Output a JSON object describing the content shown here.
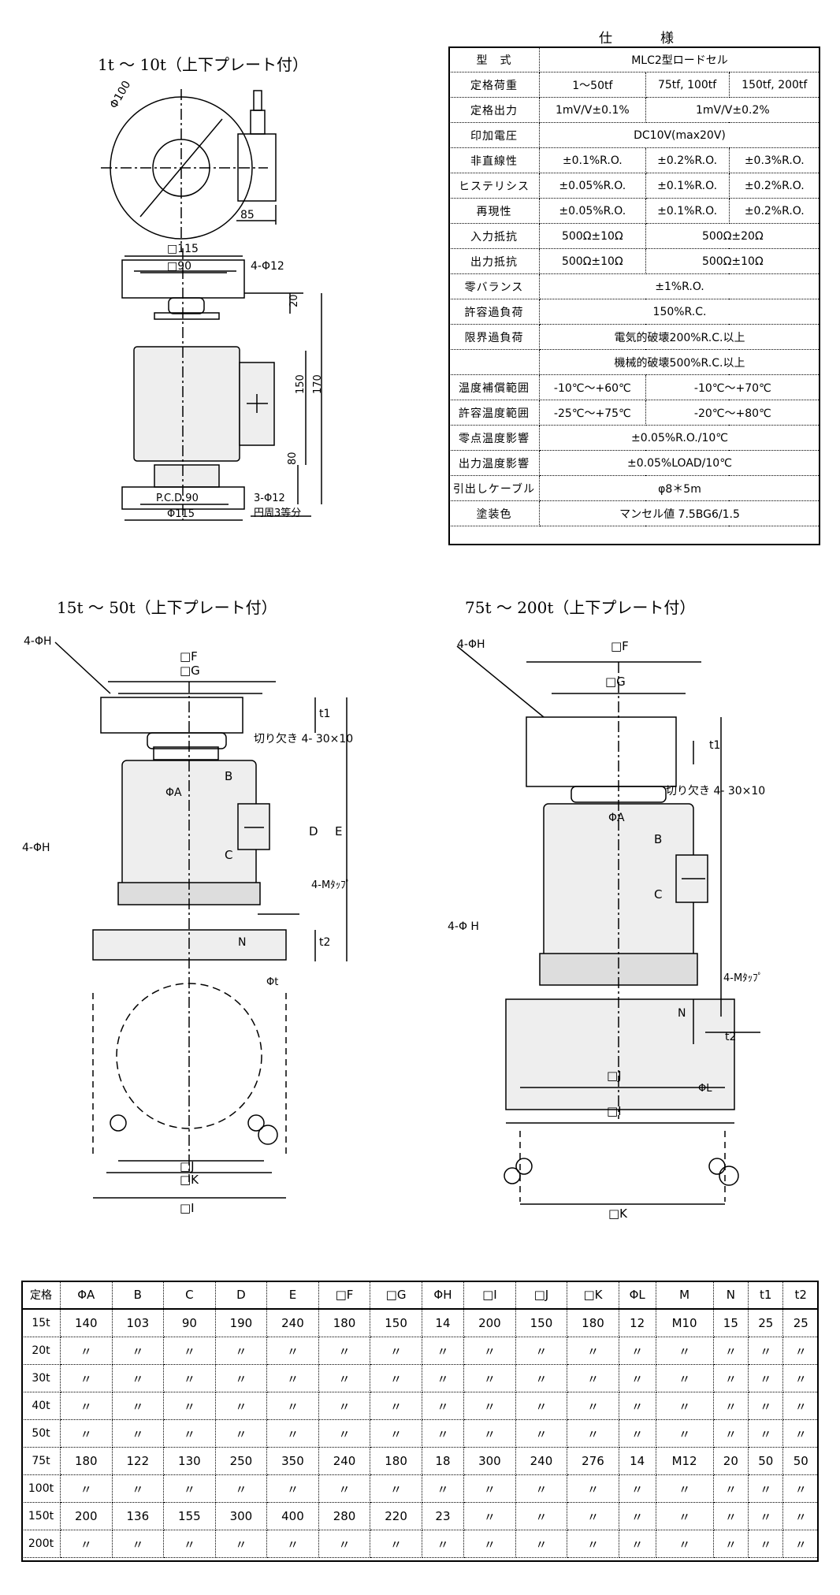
{
  "drawing1": {
    "title": "1t ～ 10t（上下プレート付）",
    "labels": [
      "Φ100",
      "85",
      "□115",
      "□90",
      "4-Φ12",
      "20",
      "150",
      "170",
      "80",
      "P.C.D.90",
      "Φ115",
      "3-Φ12",
      "円周3等分"
    ]
  },
  "drawing2": {
    "title": "15t ～ 50t（上下プレート付）",
    "labels": [
      "4-ΦH",
      "□F",
      "□G",
      "t1",
      "切り欠き 4- 30×10",
      "B",
      "ΦA",
      "D",
      "E",
      "C",
      "4-Mﾀｯﾌﾟ",
      "4-ΦH",
      "N",
      "t2",
      "Φt",
      "□J",
      "□K",
      "□I"
    ]
  },
  "drawing3": {
    "title": "75t ～ 200t（上下プレート付）",
    "labels": [
      "4-ΦH",
      "□F",
      "□G",
      "t1",
      "切り欠き 4- 30×10",
      "ΦA",
      "B",
      "C",
      "4-Φ H",
      "4-Mﾀｯﾌﾟ",
      "N",
      "t2",
      "□J",
      "ΦL",
      "□I",
      "□K"
    ]
  },
  "spec": {
    "title": "仕　様",
    "rows": [
      [
        "型　式",
        "MLC2型ロードセル"
      ],
      [
        "定格荷重",
        "1～50tf",
        "75tf, 100tf",
        "150tf, 200tf"
      ],
      [
        "定格出力",
        "1mV/V±0.1%",
        "1mV/V±0.2%"
      ],
      [
        "印加電圧",
        "DC10V(max20V)"
      ],
      [
        "非直線性",
        "±0.1%R.O.",
        "±0.2%R.O.",
        "±0.3%R.O."
      ],
      [
        "ヒステリシス",
        "±0.05%R.O.",
        "±0.1%R.O.",
        "±0.2%R.O."
      ],
      [
        "再現性",
        "±0.05%R.O.",
        "±0.1%R.O.",
        "±0.2%R.O."
      ],
      [
        "入力抵抗",
        "500Ω±10Ω",
        "500Ω±20Ω"
      ],
      [
        "出力抵抗",
        "500Ω±10Ω",
        "500Ω±10Ω"
      ],
      [
        "零バランス",
        "±1%R.O."
      ],
      [
        "許容過負荷",
        "150%R.C."
      ],
      [
        "限界過負荷",
        "電気的破壊200%R.C.以上"
      ],
      [
        "",
        "機械的破壊500%R.C.以上"
      ],
      [
        "温度補償範囲",
        "-10℃～+60℃",
        "-10℃～+70℃"
      ],
      [
        "許容温度範囲",
        "-25℃～+75℃",
        "-20℃～+80℃"
      ],
      [
        "零点温度影響",
        "±0.05%R.O./10℃"
      ],
      [
        "出力温度影響",
        "±0.05%LOAD/10℃"
      ],
      [
        "引出しケーブル",
        "φ8＊5m"
      ],
      [
        "塗装色",
        "マンセル値 7.5BG6/1.5"
      ]
    ]
  },
  "dims": {
    "headers": [
      "定格",
      "ΦA",
      "B",
      "C",
      "D",
      "E",
      "□F",
      "□G",
      "ΦH",
      "□I",
      "□J",
      "□K",
      "ΦL",
      "M",
      "N",
      "t1",
      "t2"
    ],
    "rows": [
      [
        "15t",
        "140",
        "103",
        "90",
        "190",
        "240",
        "180",
        "150",
        "14",
        "200",
        "150",
        "180",
        "12",
        "M10",
        "15",
        "25",
        "25"
      ],
      [
        "20t",
        "〃",
        "〃",
        "〃",
        "〃",
        "〃",
        "〃",
        "〃",
        "〃",
        "〃",
        "〃",
        "〃",
        "〃",
        "〃",
        "〃",
        "〃",
        "〃"
      ],
      [
        "30t",
        "〃",
        "〃",
        "〃",
        "〃",
        "〃",
        "〃",
        "〃",
        "〃",
        "〃",
        "〃",
        "〃",
        "〃",
        "〃",
        "〃",
        "〃",
        "〃"
      ],
      [
        "40t",
        "〃",
        "〃",
        "〃",
        "〃",
        "〃",
        "〃",
        "〃",
        "〃",
        "〃",
        "〃",
        "〃",
        "〃",
        "〃",
        "〃",
        "〃",
        "〃"
      ],
      [
        "50t",
        "〃",
        "〃",
        "〃",
        "〃",
        "〃",
        "〃",
        "〃",
        "〃",
        "〃",
        "〃",
        "〃",
        "〃",
        "〃",
        "〃",
        "〃",
        "〃"
      ],
      [
        "75t",
        "180",
        "122",
        "130",
        "250",
        "350",
        "240",
        "180",
        "18",
        "300",
        "240",
        "276",
        "14",
        "M12",
        "20",
        "50",
        "50"
      ],
      [
        "100t",
        "〃",
        "〃",
        "〃",
        "〃",
        "〃",
        "〃",
        "〃",
        "〃",
        "〃",
        "〃",
        "〃",
        "〃",
        "〃",
        "〃",
        "〃",
        "〃"
      ],
      [
        "150t",
        "200",
        "136",
        "155",
        "300",
        "400",
        "280",
        "220",
        "23",
        "〃",
        "〃",
        "〃",
        "〃",
        "〃",
        "〃",
        "〃",
        "〃"
      ],
      [
        "200t",
        "〃",
        "〃",
        "〃",
        "〃",
        "〃",
        "〃",
        "〃",
        "〃",
        "〃",
        "〃",
        "〃",
        "〃",
        "〃",
        "〃",
        "〃",
        "〃"
      ]
    ]
  }
}
